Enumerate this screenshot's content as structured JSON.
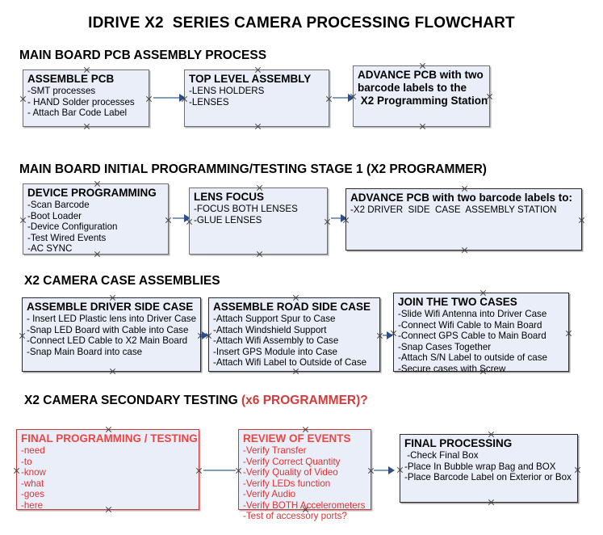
{
  "document": {
    "title": "IDRIVE X2  SERIES CAMERA PROCESSING FLOWCHART"
  },
  "colors": {
    "box_fill": "#e9eef8",
    "box_border": "#6f6f6f",
    "red_accent": "#d33a3a",
    "connector": "#7f9dbb",
    "arrowhead": "#2b4f8e"
  },
  "sections": [
    {
      "heading": "MAIN BOARD PCB ASSEMBLY PROCESS",
      "heading_accent": "",
      "nodes": [
        {
          "title": "ASSEMBLE PCB",
          "lines": [
            "-SMT processes",
            "- HAND Solder processes",
            "- Attach Bar Code Label"
          ]
        },
        {
          "title": "TOP LEVEL ASSEMBLY",
          "lines": [
            "-LENS HOLDERS",
            "-LENSES"
          ]
        },
        {
          "title": "ADVANCE PCB with two",
          "lines": [
            "barcode labels to the",
            " X2 Programming Station"
          ]
        }
      ]
    },
    {
      "heading": "MAIN BOARD INITIAL PROGRAMMING/TESTING STAGE 1 (X2 PROGRAMMER)",
      "heading_accent": "",
      "nodes": [
        {
          "title": "DEVICE PROGRAMMING",
          "lines": [
            "-Scan Barcode",
            "-Boot Loader",
            "-Device Configuration",
            "-Test Wired Events",
            "-AC SYNC"
          ]
        },
        {
          "title": "LENS FOCUS",
          "lines": [
            "-FOCUS BOTH LENSES",
            "-GLUE LENSES"
          ]
        },
        {
          "title": "ADVANCE PCB with two barcode labels to:",
          "lines": [
            "-X2 DRIVER  SIDE  CASE  ASSEMBLY STATION"
          ]
        }
      ]
    },
    {
      "heading": "X2 CAMERA CASE ASSEMBLIES",
      "heading_accent": "",
      "nodes": [
        {
          "title": "ASSEMBLE DRIVER SIDE CASE",
          "lines": [
            "- Insert LED Plastic lens into Driver Case",
            "-Snap LED Board with Cable into Case",
            "-Connect LED Cable to X2 Main Board",
            "-Snap Main Board into case"
          ]
        },
        {
          "title": "ASSEMBLE ROAD SIDE CASE",
          "lines": [
            "-Attach Support Spur to Case",
            "-Attach Windshield Support",
            "-Attach Wifi Assembly to Case",
            "-Insert GPS Module into Case",
            "-Attach Wifi Label to Outside of Case"
          ]
        },
        {
          "title": "JOIN THE TWO CASES",
          "lines": [
            "-Slide Wifi Antenna into Driver Case",
            "-Connect Wifi Cable to Main Board",
            "-Connect GPS Cable to Main Board",
            "-Snap Cases Together",
            "-Attach S/N Label to outside of case",
            "-Secure cases with Screw"
          ]
        }
      ]
    },
    {
      "heading": "X2 CAMERA SECONDARY TESTING ",
      "heading_accent": "(x6 PROGRAMMER)?",
      "nodes": [
        {
          "title": "FINAL PROGRAMMING / TESTING",
          "lines": [
            "-need",
            "-to",
            "-know",
            "-what",
            "-goes",
            "-here"
          ]
        },
        {
          "title": "REVIEW OF EVENTS",
          "lines": [
            "-Verify Transfer",
            "-Verify Correct Quantity",
            "-Verify Quality of Video",
            "-Verify LEDs function",
            "-Verify Audio",
            "-Verify BOTH Accelerometers",
            "-Test of accessory ports?"
          ]
        },
        {
          "title": "FINAL PROCESSING",
          "lines": [
            " -Check Final Box",
            "-Place In Bubble wrap Bag and BOX",
            "-Place Barcode Label on Exterior or Box"
          ]
        }
      ]
    }
  ]
}
